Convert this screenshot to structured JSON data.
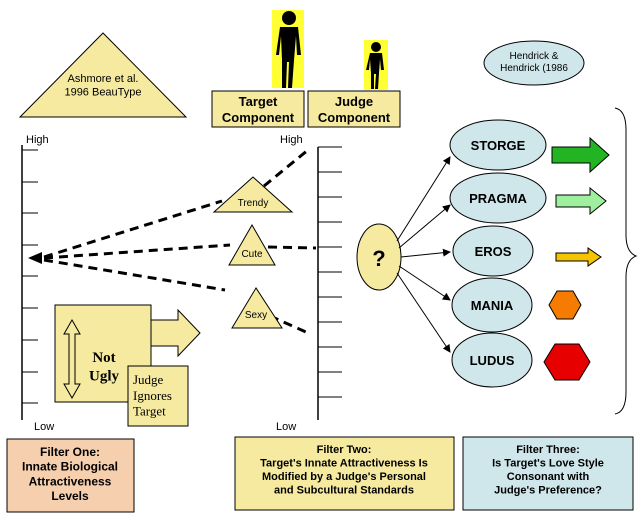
{
  "ashmore_label": "Ashmore et al.\n1996 BeauType",
  "hendrick_label": "Hendrick &\nHendrick (1986",
  "target_component": "Target\nComponent",
  "judge_component": "Judge\nComponent",
  "left_scale": {
    "high": "High",
    "low": "Low"
  },
  "mid_scale": {
    "high": "High",
    "low": "Low"
  },
  "triangles": [
    "Trendy",
    "Cute",
    "Sexy"
  ],
  "not_ugly": "Not\nUgly",
  "judge_ignores": "Judge\nIgnores\nTarget",
  "question": "?",
  "love_styles": [
    "STORGE",
    "PRAGMA",
    "EROS",
    "MANIA",
    "LUDUS"
  ],
  "filters": {
    "one": "Filter One:\nInnate Biological\nAttractiveness\nLevels",
    "two": "Filter Two:\nTarget's Innate Attractiveness Is\nModified by a Judge's Personal\nand Subcultural Standards",
    "three": "Filter  Three:\nIs Target's Love Style\nConsonant with\nJudge's Preference?"
  },
  "colors": {
    "pale_yellow": "#f5eaa0",
    "light_blue": "#cfe6ea",
    "peach": "#f6cfae",
    "highlight_yellow": "#ffff33",
    "storge_arrow": "#22b422",
    "pragma_arrow": "#9ef09e",
    "eros_arrow": "#f5c400",
    "mania_hex": "#f57c00",
    "ludus_hex": "#e60000"
  }
}
